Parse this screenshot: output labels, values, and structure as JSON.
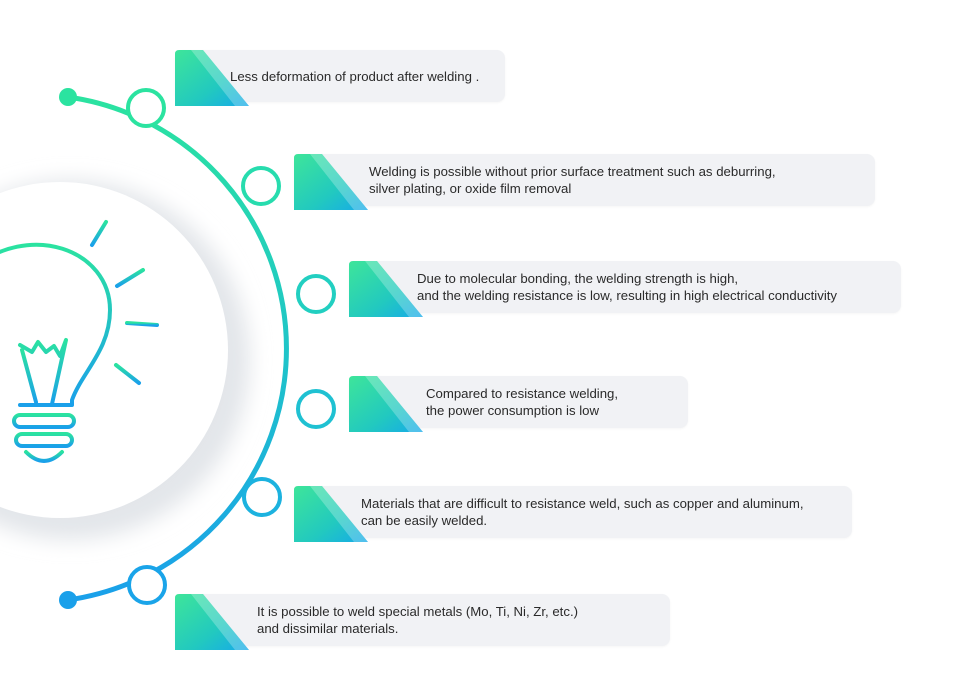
{
  "colors": {
    "arc_start": "#2be3a0",
    "arc_end": "#1aa0ea",
    "card_bg": "#f1f2f5",
    "text": "#2a2a2a"
  },
  "icon": "lightbulb-icon",
  "items": [
    {
      "lines": [
        "Less deformation of product after welding ."
      ]
    },
    {
      "lines": [
        "Welding is possible without prior surface treatment such as deburring,",
        "silver plating, or oxide film removal"
      ]
    },
    {
      "lines": [
        "Due to molecular bonding, the welding strength is high,",
        "and the welding resistance is low, resulting in high electrical conductivity"
      ]
    },
    {
      "lines": [
        "Compared to resistance welding,",
        "the power consumption is low"
      ]
    },
    {
      "lines": [
        "Materials that are difficult to resistance weld, such as copper and aluminum,",
        "can be easily welded."
      ]
    },
    {
      "lines": [
        "It is possible to weld special metals (Mo, Ti, Ni, Zr, etc.)",
        "and dissimilar materials."
      ]
    }
  ]
}
